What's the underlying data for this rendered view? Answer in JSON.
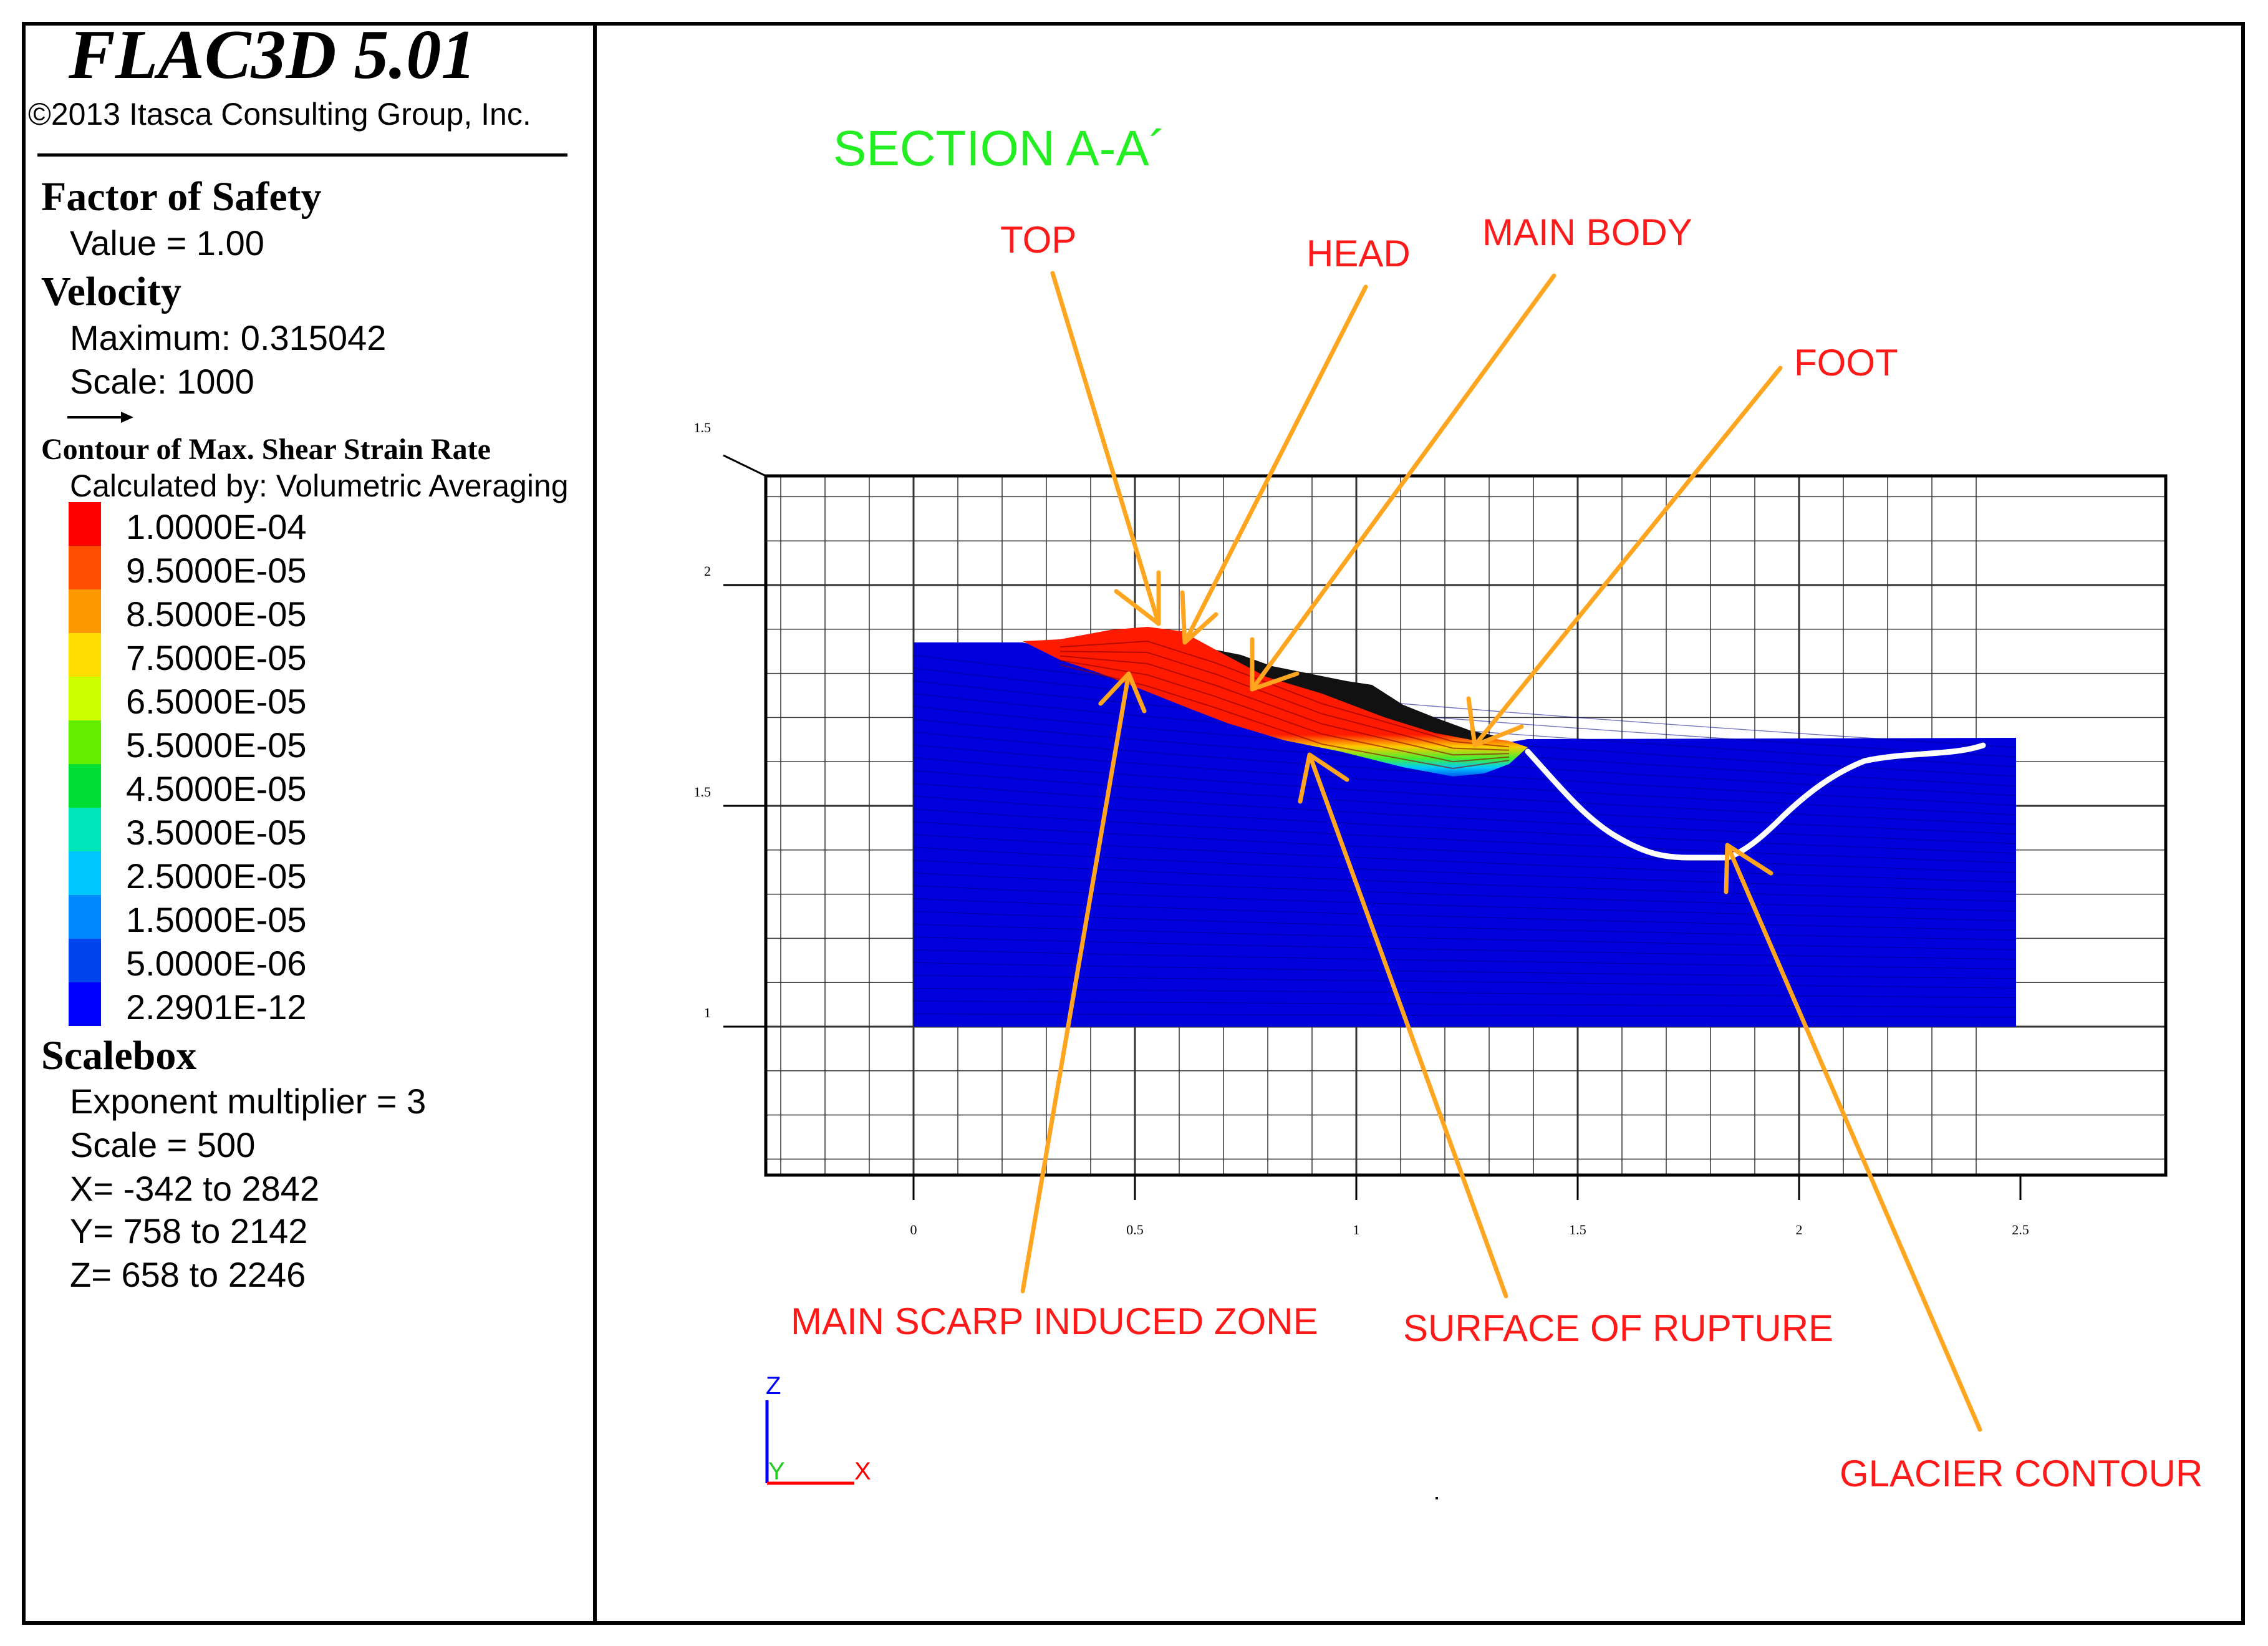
{
  "app": {
    "title": "FLAC3D 5.01",
    "copyright": "©2013 Itasca Consulting Group, Inc."
  },
  "legend": {
    "fos_heading": "Factor of Safety",
    "fos_value": "Value = 1.00",
    "velocity_heading": "Velocity",
    "velocity_max": "Maximum: 0.315042",
    "velocity_scale": "Scale: 1000",
    "contour_heading": "Contour of Max. Shear Strain Rate",
    "contour_method": "Calculated by: Volumetric Averaging",
    "levels": [
      "1.0000E-04",
      "9.5000E-05",
      "8.5000E-05",
      "7.5000E-05",
      "6.5000E-05",
      "5.5000E-05",
      "4.5000E-05",
      "3.5000E-05",
      "2.5000E-05",
      "1.5000E-05",
      "5.0000E-06",
      "2.2901E-12"
    ],
    "level_colors": [
      "#ff0000",
      "#ff4d00",
      "#ff9900",
      "#ffdd00",
      "#ccff00",
      "#66ee00",
      "#00dd33",
      "#00e6bb",
      "#00c8ff",
      "#0088ff",
      "#0044ee",
      "#0000ff"
    ],
    "scalebox_heading": "Scalebox",
    "exponent": "Exponent multiplier = 3",
    "scale": "Scale = 500",
    "x_range": "X= -342 to 2842",
    "y_range": "Y= 758 to 2142",
    "z_range": "Z= 658 to 2246"
  },
  "plot": {
    "section_title": "SECTION A-A´",
    "x_ticks": [
      "0",
      "0.5",
      "1",
      "1.5",
      "2",
      "2.5"
    ],
    "y_ticks": [
      "1",
      "1.5",
      "2",
      "1.5"
    ],
    "labels": {
      "top": "TOP",
      "head": "HEAD",
      "main_body": "MAIN BODY",
      "foot": "FOOT",
      "main_scarp": "MAIN SCARP INDUCED ZONE",
      "surface_rupture": "SURFACE OF RUPTURE",
      "glacier": "GLACIER CONTOUR"
    },
    "axes": {
      "z": "Z",
      "y": "Y",
      "x": "X"
    },
    "colors": {
      "label": "#ff1a1a",
      "section": "#22ee22",
      "arrow": "#ffa520",
      "mesh": "#0000dd",
      "slide": "#ff1a00",
      "glacier": "#ffffff"
    }
  }
}
